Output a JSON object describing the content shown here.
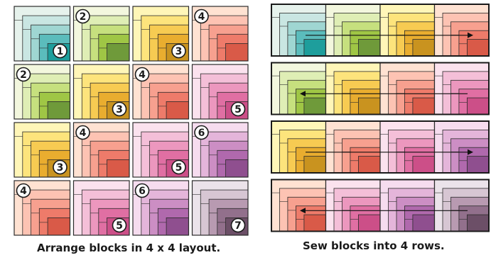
{
  "palettes": {
    "1": [
      "#e6f2ec",
      "#c9e6e2",
      "#9fd6d2",
      "#5bbcbc",
      "#1e9e9c"
    ],
    "2": [
      "#f3f7de",
      "#dfeeb5",
      "#c6e07e",
      "#9fc645",
      "#6f9a3a"
    ],
    "3": [
      "#fff6b8",
      "#fde47c",
      "#f7cb52",
      "#e9ad2f",
      "#c9931f"
    ],
    "4": [
      "#ffe2d2",
      "#fdc3b3",
      "#f7a08f",
      "#ee7b6a",
      "#d95a48"
    ],
    "5": [
      "#fbe2ee",
      "#f4bfd8",
      "#ec97be",
      "#e06fa3",
      "#cc4f88"
    ],
    "6": [
      "#f6dcef",
      "#e4b5da",
      "#cc8ec4",
      "#b069ad",
      "#8f4f8f"
    ],
    "7": [
      "#ebe3ea",
      "#d7c6d3",
      "#b89ab1",
      "#92708c",
      "#6c4f67"
    ]
  },
  "left_grid": [
    [
      1,
      2,
      3,
      4
    ],
    [
      2,
      3,
      4,
      5
    ],
    [
      3,
      4,
      5,
      6
    ],
    [
      4,
      5,
      6,
      7
    ]
  ],
  "right_rows": [
    {
      "blocks": [
        1,
        2,
        3,
        4
      ],
      "arrow": "right"
    },
    {
      "blocks": [
        2,
        3,
        4,
        5
      ],
      "arrow": "left"
    },
    {
      "blocks": [
        3,
        4,
        5,
        6
      ],
      "arrow": "right"
    },
    {
      "blocks": [
        4,
        5,
        6,
        7
      ],
      "arrow": "left"
    }
  ],
  "captions": {
    "left": "Arrange blocks in 4 x 4 layout.",
    "right": "Sew blocks into  4 rows."
  }
}
